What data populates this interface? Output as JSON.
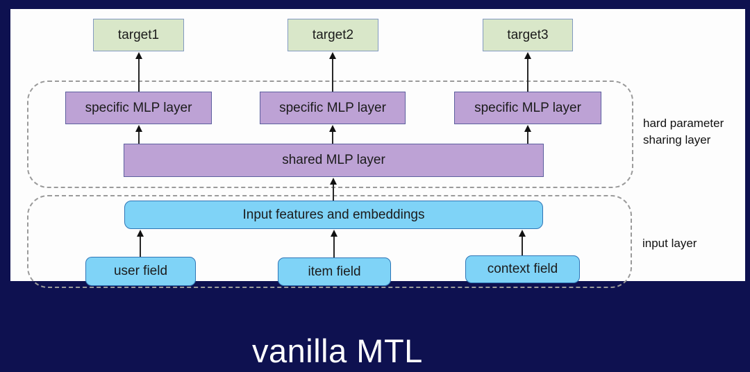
{
  "caption": "vanilla MTL",
  "diagram": {
    "targets": [
      {
        "label": "target1"
      },
      {
        "label": "target2"
      },
      {
        "label": "target3"
      }
    ],
    "hard_sharing_group": {
      "side_label": "hard parameter sharing layer",
      "specific_layers": [
        "specific MLP layer",
        "specific MLP layer",
        "specific MLP layer"
      ],
      "shared_layer": "shared MLP layer"
    },
    "input_group": {
      "side_label": "input layer",
      "input_bar": "Input features and embeddings",
      "fields": [
        "user field",
        "item field",
        "context field"
      ]
    },
    "colors": {
      "background": "#0e1150",
      "canvas": "#fdfdfd",
      "target_fill": "#d9e7c9",
      "target_border": "#8299c0",
      "mlp_fill": "#bda2d5",
      "mlp_border": "#5c5f9e",
      "input_fill": "#7fd3f7",
      "input_border": "#2e75b6",
      "dashed_border": "#9a9a9a",
      "arrow": "#262626",
      "caption_text": "#ffffff"
    }
  }
}
